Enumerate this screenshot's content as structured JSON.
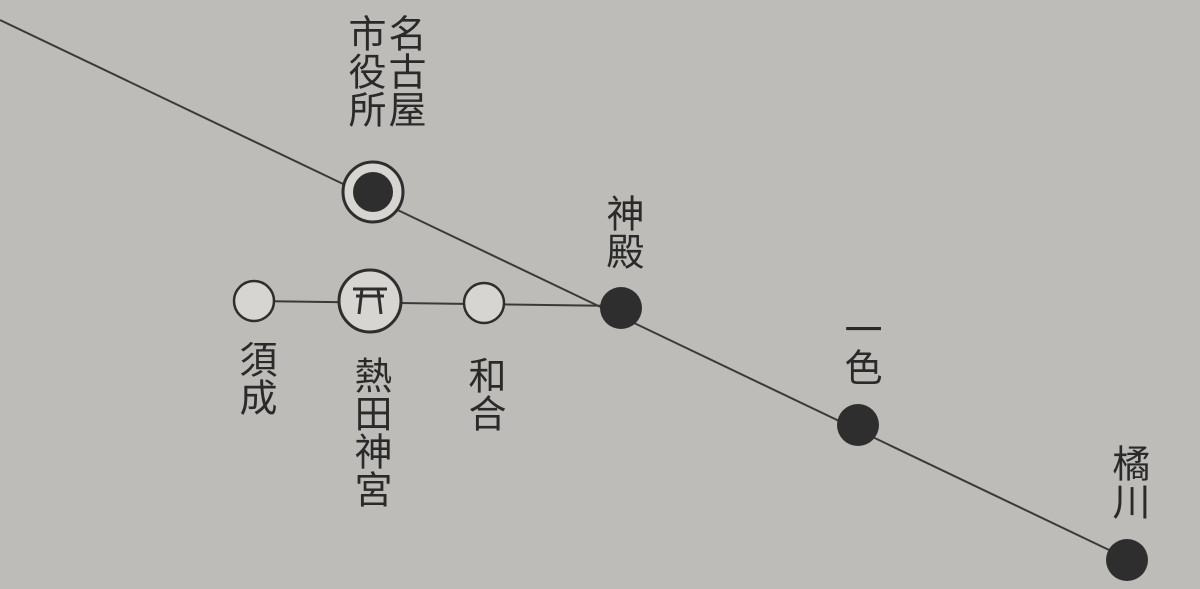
{
  "colors": {
    "background": "#bdbcb8",
    "line": "#3a3a3a",
    "station_fill": "#2e2e2e",
    "station_open_fill": "#d6d5d1",
    "text": "#2a2a2a"
  },
  "stations": {
    "shiyakusho": {
      "label_col1": "名古屋",
      "label_col2": "市役所",
      "type": "terminal-double-ring"
    },
    "jingu": {
      "label": "熱田神宮",
      "symbol": "鳥居",
      "type": "shrine-circle"
    },
    "suna": {
      "label": "須成",
      "type": "open-circle"
    },
    "kazuai": {
      "label": "和合",
      "type": "open-circle"
    },
    "jinden": {
      "label": "神殿",
      "type": "filled"
    },
    "isshiki": {
      "label": "一色",
      "type": "filled"
    },
    "tachibanakawa": {
      "label": "橘川",
      "type": "filled"
    }
  }
}
